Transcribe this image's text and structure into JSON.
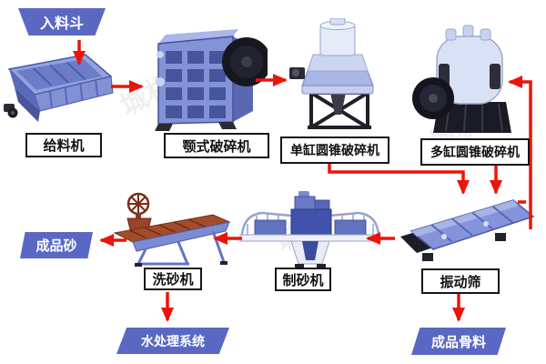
{
  "diagram": {
    "type": "process-flowchart",
    "nodes": {
      "feed_hopper": {
        "label": "入料斗",
        "shape": "trapezoid"
      },
      "feeder": {
        "label": "给料机",
        "shape": "labeled-machine"
      },
      "jaw_crusher": {
        "label": "颚式破碎机",
        "shape": "labeled-machine"
      },
      "single_cylinder_cone_crusher": {
        "label": "单缸圆锥破碎机",
        "shape": "labeled-machine"
      },
      "multi_cylinder_cone_crusher": {
        "label": "多缸圆锥破碎机",
        "shape": "labeled-machine"
      },
      "vibrating_screen": {
        "label": "振动筛",
        "shape": "labeled-machine"
      },
      "sand_making_machine": {
        "label": "制砂机",
        "shape": "labeled-machine"
      },
      "sand_washer": {
        "label": "洗砂机",
        "shape": "labeled-machine"
      },
      "finished_sand": {
        "label": "成品砂",
        "shape": "trapezoid"
      },
      "water_treatment_system": {
        "label": "水处理系统",
        "shape": "trapezoid"
      },
      "finished_aggregate": {
        "label": "成品骨料",
        "shape": "trapezoid"
      }
    },
    "edges": [
      {
        "from": "feed_hopper",
        "to": "feeder"
      },
      {
        "from": "feeder",
        "to": "jaw_crusher"
      },
      {
        "from": "jaw_crusher",
        "to": "single_cylinder_cone_crusher"
      },
      {
        "from": "single_cylinder_cone_crusher",
        "to": "vibrating_screen"
      },
      {
        "from": "multi_cylinder_cone_crusher",
        "to": "vibrating_screen"
      },
      {
        "from": "vibrating_screen",
        "to": "multi_cylinder_cone_crusher"
      },
      {
        "from": "vibrating_screen",
        "to": "sand_making_machine"
      },
      {
        "from": "sand_making_machine",
        "to": "sand_washer"
      },
      {
        "from": "sand_washer",
        "to": "finished_sand"
      },
      {
        "from": "sand_washer",
        "to": "water_treatment_system"
      },
      {
        "from": "vibrating_screen",
        "to": "finished_aggregate"
      }
    ],
    "colors": {
      "arrow": "#ec1408",
      "terminal_fill": "#5a68c4",
      "terminal_text": "#ffffff",
      "label_box_border": "#151515",
      "machine_blue": "#8292d6"
    },
    "watermark": "城机"
  }
}
